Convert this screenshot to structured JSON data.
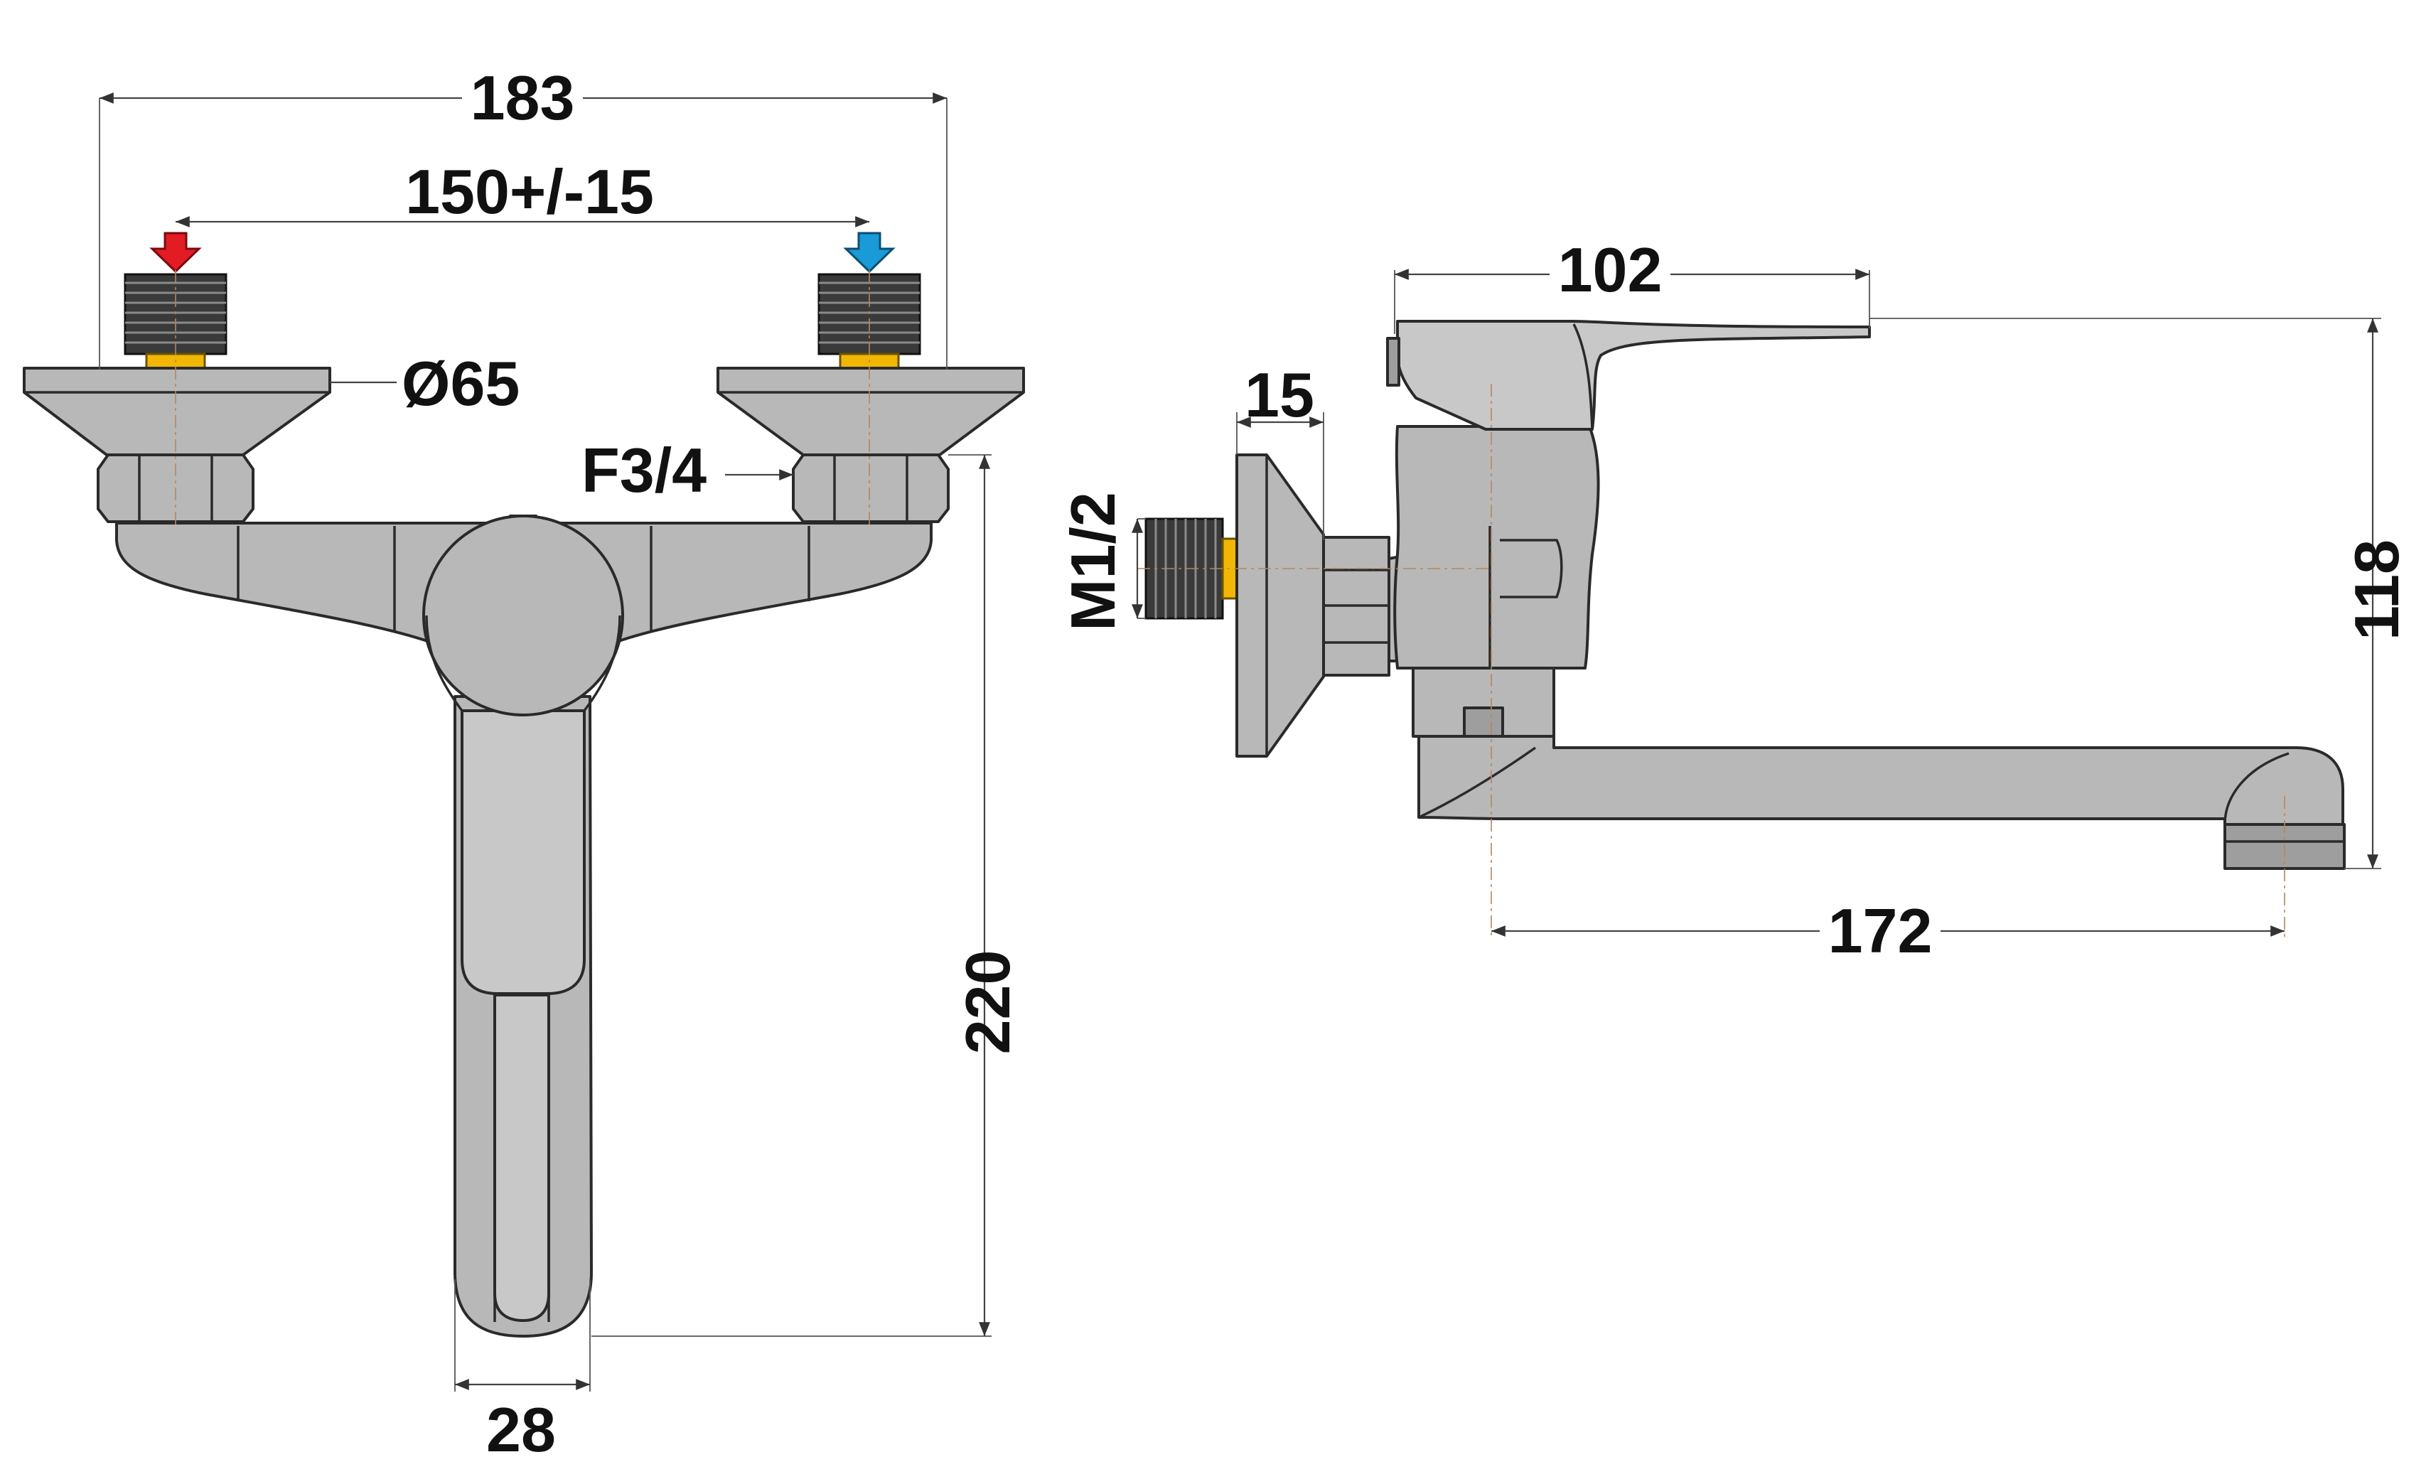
{
  "front_view": {
    "overall_width": "183",
    "inlet_spacing": "150+/-15",
    "flange_diameter": "Ø65",
    "connection_thread": "F3/4",
    "height": "220",
    "spout_width": "28"
  },
  "side_view": {
    "body_depth": "102",
    "flange_thickness": "15",
    "inlet_thread": "M1/2",
    "height": "118",
    "spout_reach": "172"
  },
  "colors": {
    "hot_inlet_arrow": "#e31b23",
    "cold_inlet_arrow": "#1a9ad6",
    "body": "#b8b8b8",
    "thread": "#3a3a3a",
    "brass": "#f2b705"
  },
  "icons": {
    "hot_inlet": "arrow-down-icon",
    "cold_inlet": "arrow-down-icon"
  }
}
